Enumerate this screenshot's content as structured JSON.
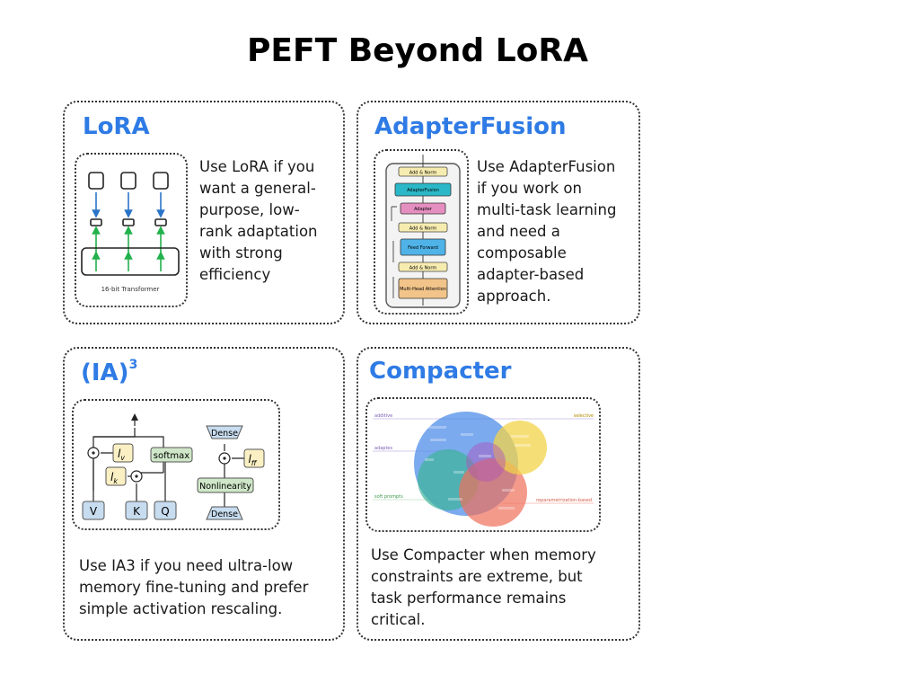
{
  "title": "PEFT Beyond LoRA",
  "cards": [
    {
      "title": "LoRA",
      "description": "Use LoRA if you\nwant a general-\npurpose, low-\nrank adaptation\nwith strong\nefficiency",
      "figure_label": "16-bit Transformer"
    },
    {
      "title": "AdapterFusion",
      "description": "Use AdapterFusion\nif you work on\nmulti-task learning\nand need a\ncomposable\nadapter-based\napproach.",
      "figure_blocks": [
        "Add & Norm",
        "AdapterFusion",
        "Adapter",
        "Add & Norm",
        "Feed Forward",
        "Add & Norm",
        "Multi-Head Attention"
      ]
    },
    {
      "title": "(IA)",
      "title_sup": "3",
      "description": "Use IA3 if you need ultra-low\nmemory fine-tuning and prefer\nsimple activation rescaling.",
      "figure": {
        "softmax": "softmax",
        "dense": "Dense",
        "nonlinearity": "Nonlinearity",
        "v": "V",
        "k": "K",
        "q": "Q",
        "lv": "l",
        "lv_sub": "v",
        "lk": "l",
        "lk_sub": "k",
        "lff": "l",
        "lff_sub": "ff"
      }
    },
    {
      "title": "Compacter",
      "description": "Use Compacter when memory\nconstraints are extreme, but\ntask performance remains\ncritical.",
      "figure": {
        "additive": "additive",
        "adaptes": "adaptes",
        "soft_prompts": "soft prompts",
        "selective": "selective",
        "reparam": "reparametrization-based"
      }
    }
  ],
  "colors": {
    "accent": "#2f7be5",
    "lora_arrow_blue": "#2a74c8",
    "lora_arrow_green": "#22b14c",
    "adapterfusion_teal": "#2ab8c8",
    "adapter_pink": "#e58fc0",
    "feedforward_blue": "#4fb3e8",
    "attention_orange": "#f2c48a",
    "addnorm_yellow": "#f7ecb0",
    "ia3_green": "#cfe7c8",
    "ia3_blue": "#c7dcef",
    "ia3_yellow": "#fbf0c4"
  }
}
